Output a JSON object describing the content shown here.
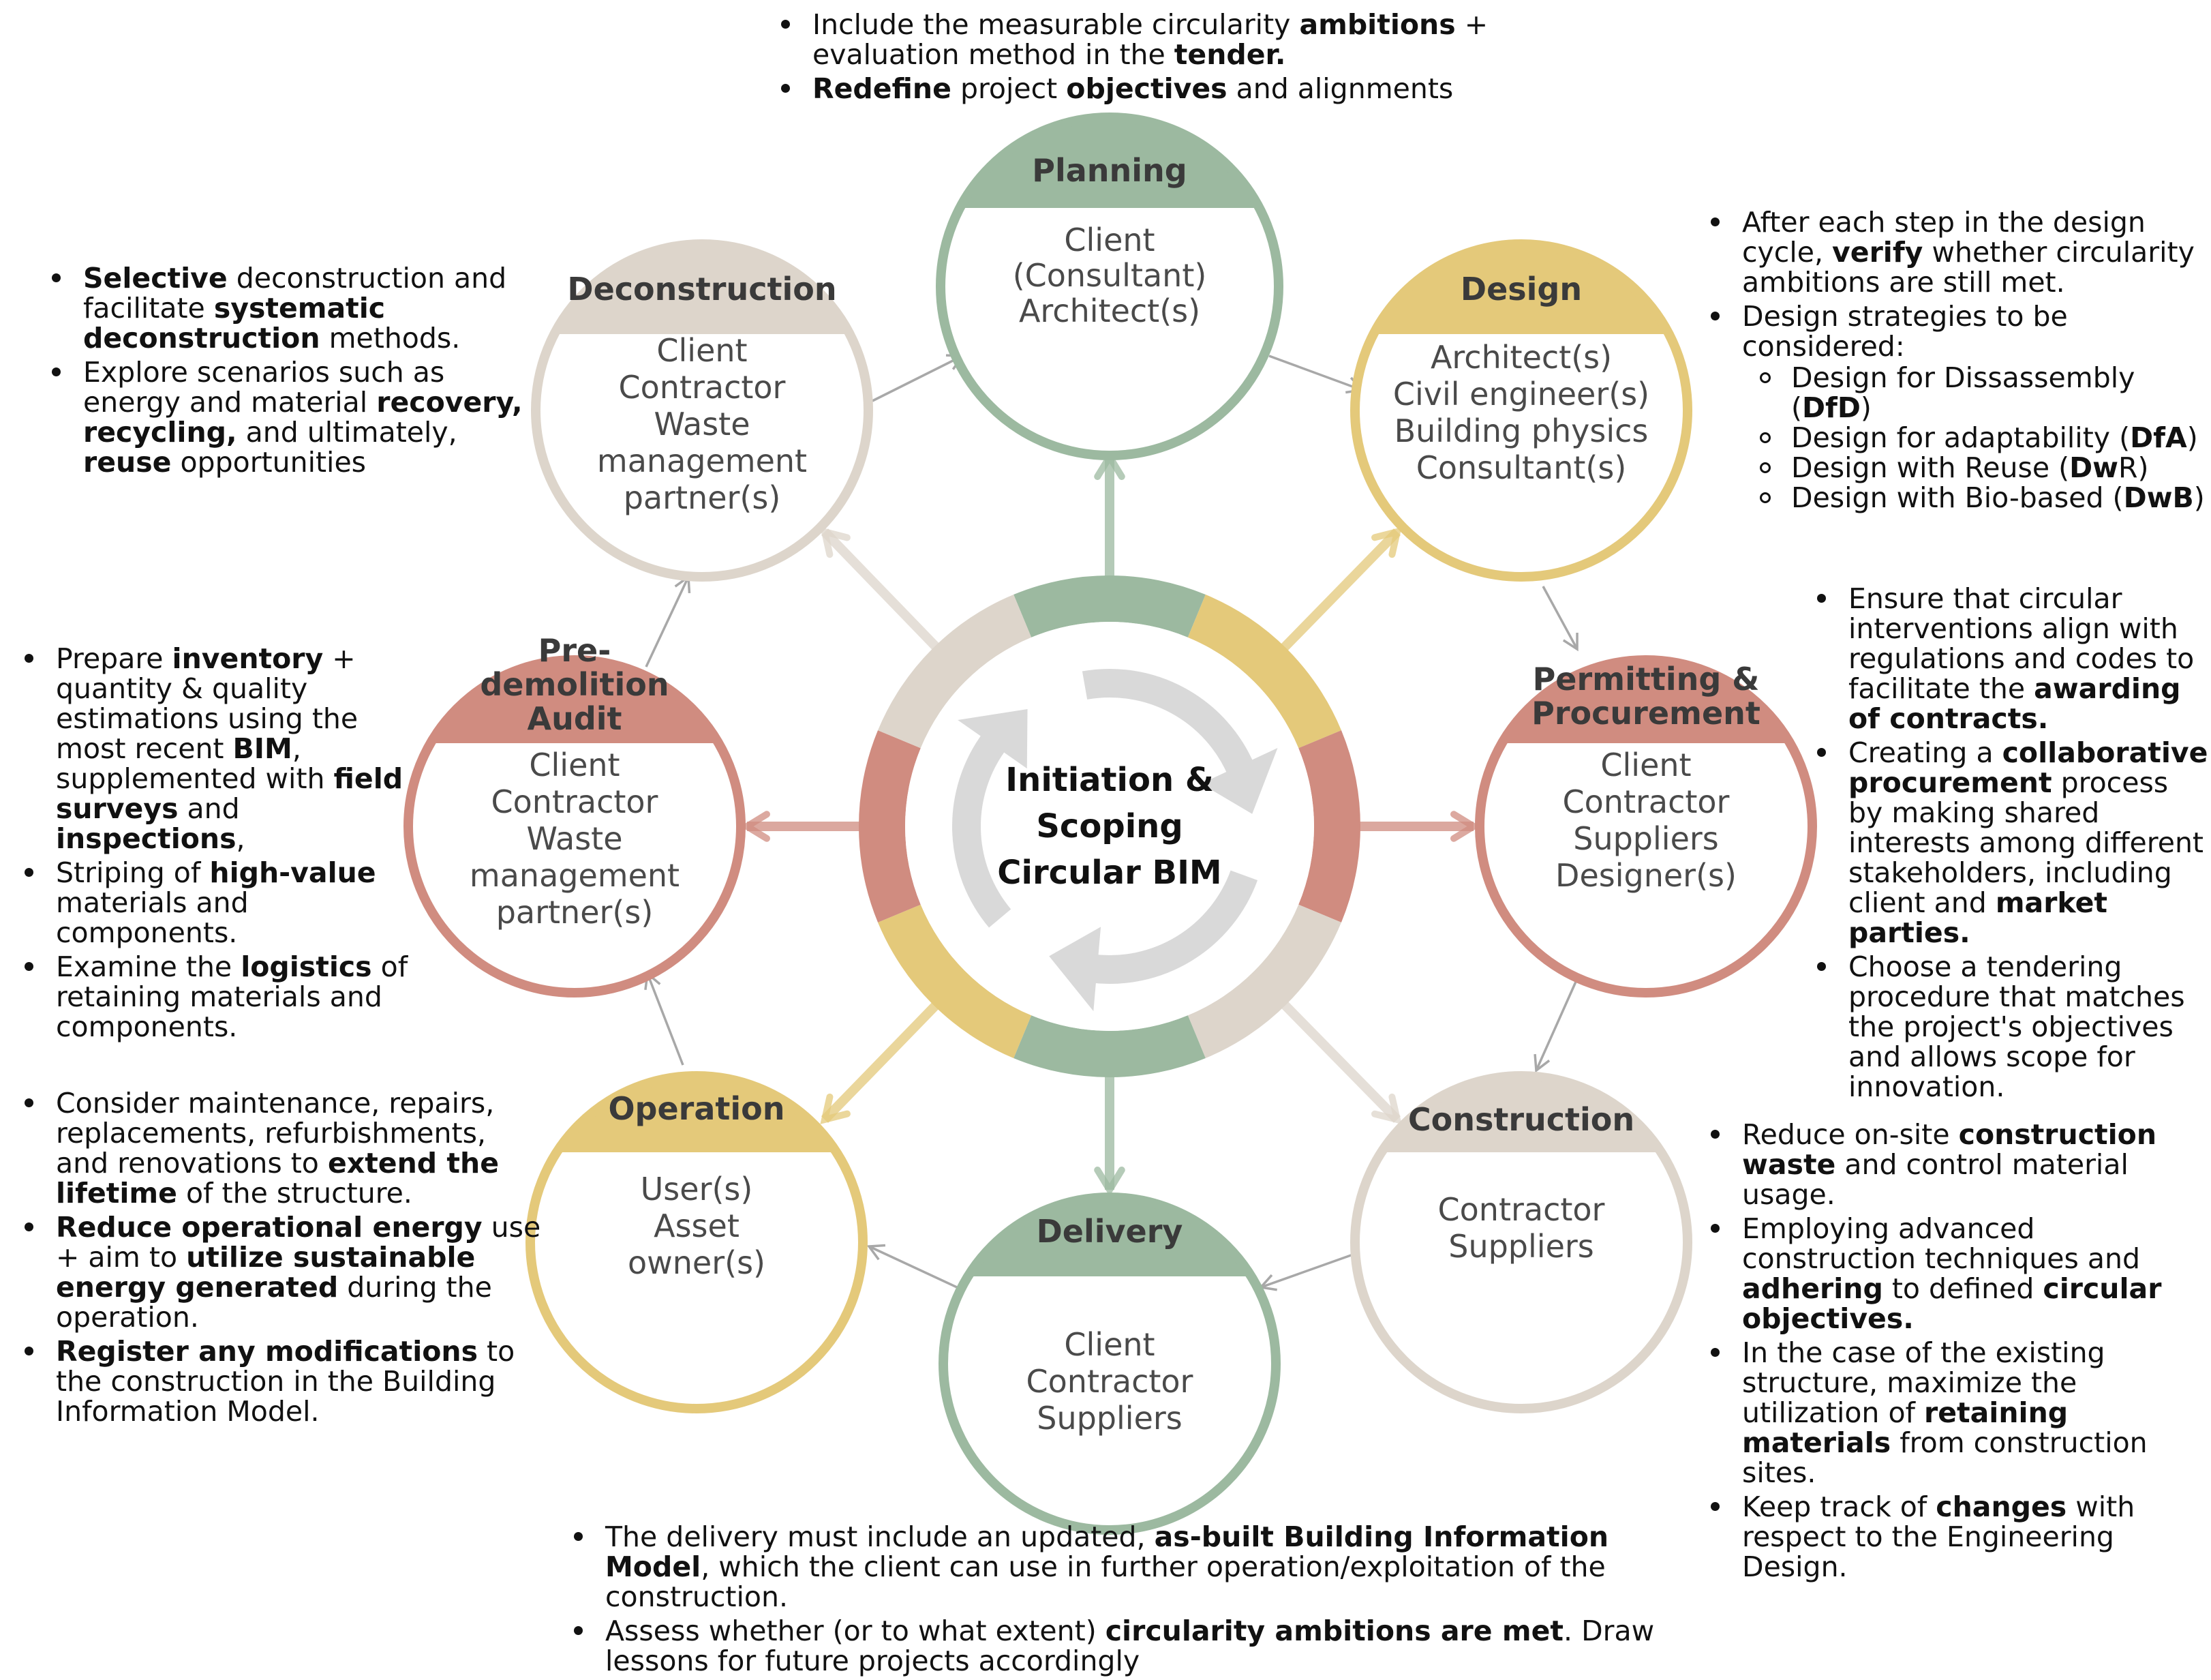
{
  "center": {
    "lines": [
      "Initiation &",
      "Scoping",
      "Circular BIM"
    ]
  },
  "colors": {
    "green": "#9cb9a0",
    "yellow": "#e4c97a",
    "red": "#d08c80",
    "beige": "#ddd5cb",
    "arrow": "#a8a8a8",
    "text_gray": "#4a4a4a"
  },
  "phases": [
    {
      "id": "planning",
      "title_lines": [
        "Planning"
      ],
      "members": [
        "Client",
        "(Consultant)",
        "Architect(s)"
      ],
      "color": "#9cb9a0"
    },
    {
      "id": "design",
      "title_lines": [
        "Design"
      ],
      "members": [
        "Architect(s)",
        "Civil engineer(s)",
        "Building physics",
        "Consultant(s)"
      ],
      "color": "#e4c97a"
    },
    {
      "id": "permitting",
      "title_lines": [
        "Permitting &",
        "Procurement"
      ],
      "members": [
        "Client",
        "Contractor",
        "Suppliers",
        "Designer(s)"
      ],
      "color": "#d08c80"
    },
    {
      "id": "construction",
      "title_lines": [
        "Construction"
      ],
      "members": [
        "Contractor",
        "Suppliers"
      ],
      "color": "#ddd5cb"
    },
    {
      "id": "delivery",
      "title_lines": [
        "Delivery"
      ],
      "members": [
        "Client",
        "Contractor",
        "Suppliers"
      ],
      "color": "#9cb9a0"
    },
    {
      "id": "operation",
      "title_lines": [
        "Operation"
      ],
      "members": [
        "User(s)",
        "Asset",
        "owner(s)"
      ],
      "color": "#e4c97a"
    },
    {
      "id": "predemolition",
      "title_lines": [
        "Pre-",
        "demolition",
        "Audit"
      ],
      "members": [
        "Client",
        "Contractor",
        "Waste",
        "management",
        "partner(s)"
      ],
      "color": "#d08c80"
    },
    {
      "id": "deconstruction",
      "title_lines": [
        "Deconstruction"
      ],
      "members": [
        "Client",
        "Contractor",
        "Waste",
        "management",
        "partner(s)"
      ],
      "color": "#ddd5cb"
    }
  ],
  "notes": {
    "planning": [
      [
        "Include the measurable circularity ",
        {
          "b": "ambitions"
        },
        " + evaluation method in the ",
        {
          "b": "tender."
        }
      ],
      [
        {
          "b": "Redefine"
        },
        " project ",
        {
          "b": "objectives"
        },
        " and alignments"
      ]
    ],
    "design": [
      [
        "After each step in the design cycle, ",
        {
          "b": "verify"
        },
        " whether circularity ambitions are still met."
      ],
      [
        "Design strategies to be considered:"
      ]
    ],
    "design_sub": [
      [
        "Design for Dissassembly (",
        {
          "b": "DfD"
        },
        ")"
      ],
      [
        "Design for adaptability (",
        {
          "b": "DfA"
        },
        ")"
      ],
      [
        "Design with Reuse (",
        {
          "b": "Dw"
        },
        "R)"
      ],
      [
        "Design with Bio-based (",
        {
          "b": "DwB"
        },
        ")"
      ]
    ],
    "permitting": [
      [
        "Ensure that circular interventions align with regulations and codes to facilitate the ",
        {
          "b": "awarding of contracts."
        }
      ],
      [
        "Creating a ",
        {
          "b": "collaborative procurement"
        },
        " process by making shared interests among different stakeholders, including client and ",
        {
          "b": "market parties."
        }
      ],
      [
        "Choose a tendering procedure that matches the project's objectives and allows scope for innovation."
      ]
    ],
    "construction": [
      [
        "Reduce on-site ",
        {
          "b": "construction waste"
        },
        " and control material usage."
      ],
      [
        "Employing advanced construction techniques and ",
        {
          "b": "adhering"
        },
        " to defined ",
        {
          "b": "circular objectives."
        }
      ],
      [
        "In the case of the existing structure, maximize the utilization of ",
        {
          "b": "retaining materials"
        },
        " from construction sites."
      ],
      [
        "Keep track of ",
        {
          "b": "changes"
        },
        " with respect to the Engineering Design."
      ]
    ],
    "delivery": [
      [
        "The delivery must include an updated, ",
        {
          "b": "as-built Building Information Model"
        },
        ", which the client can use in further operation/exploitation of the construction."
      ],
      [
        "Assess whether (or to what extent) ",
        {
          "b": "circularity ambitions are met"
        },
        ". Draw lessons for future projects accordingly"
      ]
    ],
    "operation": [
      [
        "Consider maintenance, repairs, replacements, refurbishments, and renovations to ",
        {
          "b": "extend the lifetime"
        },
        " of the structure."
      ],
      [
        {
          "b": "Reduce operational energy"
        },
        " use + aim to ",
        {
          "b": "utilize sustainable energy generated"
        },
        " during the operation."
      ],
      [
        {
          "b": "Register any modifications"
        },
        " to the construction in the Building Information Model."
      ]
    ],
    "predemolition": [
      [
        "Prepare ",
        {
          "b": "inventory"
        },
        " + quantity & quality estimations using the most recent ",
        {
          "b": "BIM"
        },
        ", supplemented with ",
        {
          "b": "field surveys"
        },
        " and ",
        {
          "b": "inspections"
        },
        ","
      ],
      [
        "Striping of ",
        {
          "b": "high-value"
        },
        " materials and components."
      ],
      [
        "Examine the ",
        {
          "b": "logistics"
        },
        " of retaining materials and components."
      ]
    ],
    "deconstruction": [
      [
        {
          "b": "Selective"
        },
        " deconstruction and facilitate ",
        {
          "b": "systematic deconstruction"
        },
        " methods."
      ],
      [
        "Explore scenarios such as energy and material ",
        {
          "b": "recovery, recycling,"
        },
        " and ultimately, ",
        {
          "b": "reuse"
        },
        " opportunities"
      ]
    ]
  }
}
